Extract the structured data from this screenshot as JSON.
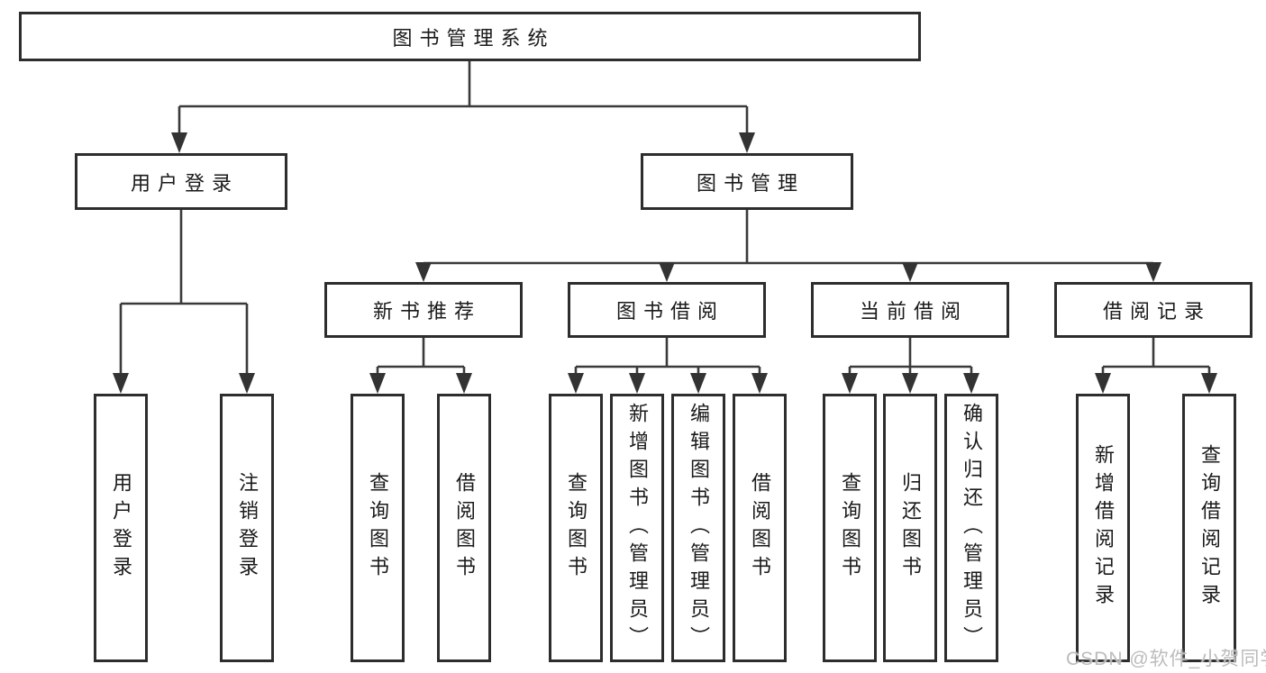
{
  "nodes": {
    "root": "图书管理系统",
    "user_login": "用户登录",
    "book_management": "图书管理",
    "new_book_recommend": "新书推荐",
    "book_borrow": "图书借阅",
    "current_borrow": "当前借阅",
    "borrow_records": "借阅记录",
    "leaf_user_login": "用户登录",
    "leaf_logout": "注销登录",
    "recommend_query_books": "查询图书",
    "recommend_borrow_books": "借阅图书",
    "borrow_query_books": "查询图书",
    "borrow_add_books": "新增图书（管理员）",
    "borrow_edit_books": "编辑图书（管理员）",
    "borrow_borrow_books": "借阅图书",
    "current_query_books": "查询图书",
    "current_return_books": "归还图书",
    "current_confirm_return": "确认归还（管理员）",
    "records_add_record": "新增借阅记录",
    "records_query_record": "查询借阅记录"
  },
  "hierarchy": {
    "图书管理系统": {
      "用户登录": [
        "用户登录",
        "注销登录"
      ],
      "图书管理": {
        "新书推荐": [
          "查询图书",
          "借阅图书"
        ],
        "图书借阅": [
          "查询图书",
          "新增图书（管理员）",
          "编辑图书（管理员）",
          "借阅图书"
        ],
        "当前借阅": [
          "查询图书",
          "归还图书",
          "确认归还（管理员）"
        ],
        "借阅记录": [
          "新增借阅记录",
          "查询借阅记录"
        ]
      }
    }
  },
  "watermark": "CSDN @软件_小贺同学",
  "colors": {
    "box_border": "#2d2d2d",
    "connector_line": "#3a3a3a",
    "arrow_fill": "#333333",
    "text": "#1a1a1a",
    "watermark": "#bcbcbc",
    "background": "#ffffff"
  }
}
